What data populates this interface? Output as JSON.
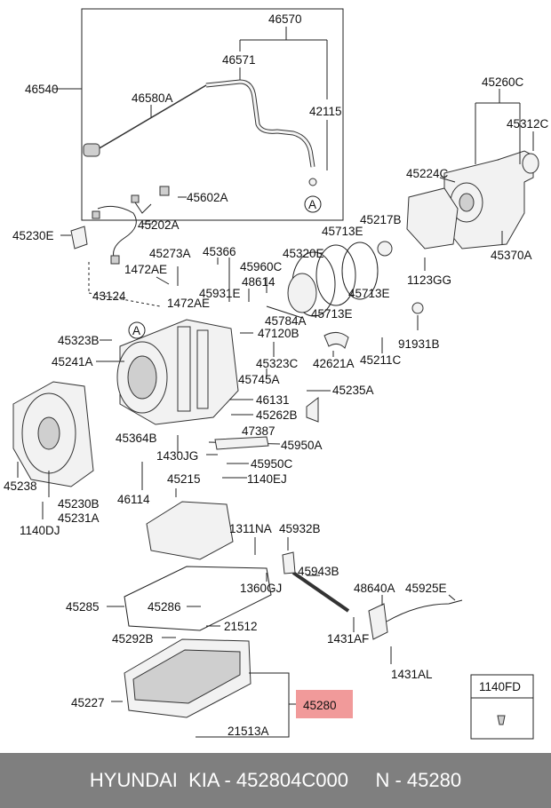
{
  "labels": {
    "p46570": "46570",
    "p46540": "46540",
    "p46571": "46571",
    "p46580a": "46580A",
    "p42115": "42115",
    "circle_a1": "A",
    "circle_a2": "A",
    "p45602a": "45602A",
    "p45202a": "45202A",
    "p45230e": "45230E",
    "p45260c": "45260C",
    "p45312c": "45312C",
    "p45224c": "45224C",
    "p45217b": "45217B",
    "p45370a": "45370A",
    "p1123gg": "1123GG",
    "p45713e_1": "45713E",
    "p45713e_2": "45713E",
    "p45713e_3": "45713E",
    "p45320e": "45320E",
    "p45366": "45366",
    "p45273a": "45273A",
    "p1472ae_1": "1472AE",
    "p1472ae_2": "1472AE",
    "p45960c": "45960C",
    "p48614": "48614",
    "p45931e": "45931E",
    "p43124": "43124",
    "p45784a": "45784A",
    "p91931b": "91931B",
    "p45323b": "45323B",
    "p47120b": "47120B",
    "p45241a": "45241A",
    "p45323c": "45323C",
    "p42621a": "42621A",
    "p45211c": "45211C",
    "p45745a": "45745A",
    "p46131": "46131",
    "p45235a": "45235A",
    "p45262b": "45262B",
    "p47387": "47387",
    "p45364b": "45364B",
    "p45950a": "45950A",
    "p1430jg": "1430JG",
    "p45950c": "45950C",
    "p45238": "45238",
    "p45215": "45215",
    "p1140ej": "1140EJ",
    "p45230b": "45230B",
    "p45231a": "45231A",
    "p1140dj": "1140DJ",
    "p46114": "46114",
    "p1311na": "1311NA",
    "p45932b": "45932B",
    "p45943b": "45943B",
    "p1360gj": "1360GJ",
    "p48640a": "48640A",
    "p45925e": "45925E",
    "p45285": "45285",
    "p45286": "45286",
    "p1431af": "1431AF",
    "p45292b": "45292B",
    "p21512": "21512",
    "p1431al": "1431AL",
    "p1140fd": "1140FD",
    "p45227": "45227",
    "p45280": "45280",
    "p21513a": "21513A"
  },
  "highlight": {
    "part": "45280",
    "color": "#f19a9a"
  },
  "footer": {
    "text": "HYUNDAI  KIA - 452804C000     N - 45280"
  }
}
